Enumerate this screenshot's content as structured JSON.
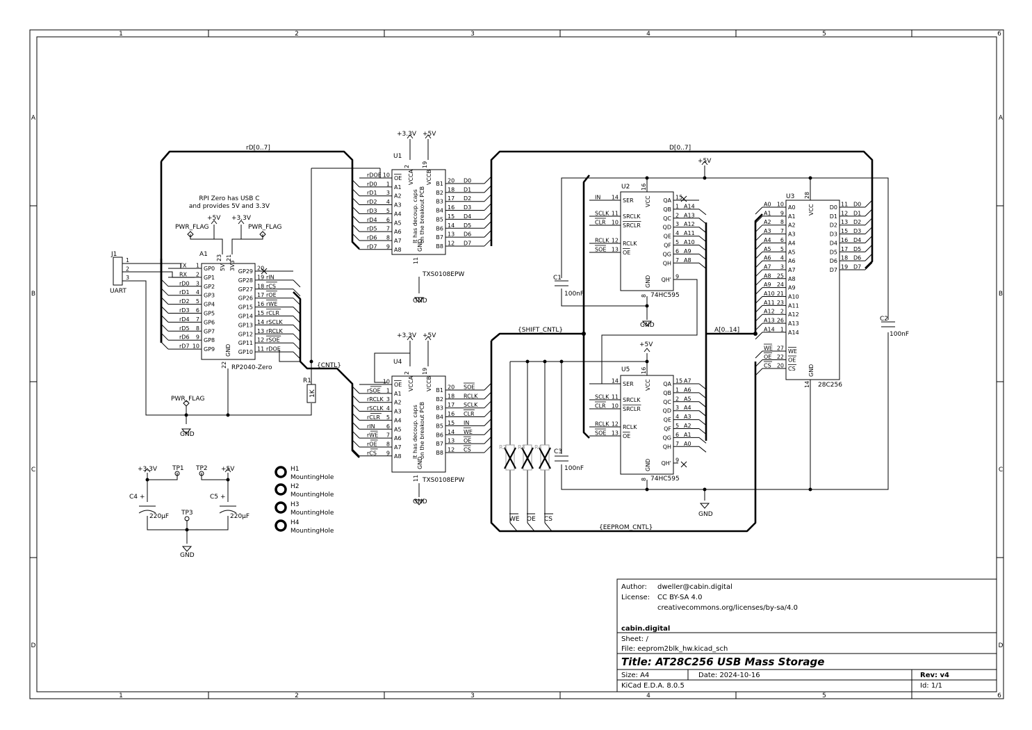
{
  "frame": {
    "cols": [
      "1",
      "2",
      "3",
      "4",
      "5",
      "6"
    ],
    "rows": [
      "A",
      "B",
      "C",
      "D"
    ]
  },
  "notes": {
    "rpi_line1": "RPI Zero has USB C",
    "rpi_line2": "and provides 5V and 3.3V",
    "decoup_line1": "It has decoup. caps",
    "decoup_line2": "on the breakout PCB"
  },
  "power": {
    "p5v": "+5V",
    "p33v": "+3.3V",
    "gnd": "GND",
    "pwr_flag": "PWR_FLAG"
  },
  "buses": {
    "rd": "rD[0..7]",
    "d": "D[0..7]",
    "cntl": "{CNTL}",
    "shift": "{SHIFT_CNTL}",
    "eeprom": "{EEPROM_CNTL}",
    "addr": "A[0..14]"
  },
  "j1": {
    "ref": "J1",
    "value": "UART",
    "pins": [
      "1",
      "2",
      "3"
    ]
  },
  "a1": {
    "ref": "A1",
    "value": "RP2040-Zero",
    "left": [
      {
        "net": "TX",
        "num": "1",
        "name": "GP0"
      },
      {
        "net": "RX",
        "num": "2",
        "name": "GP1"
      },
      {
        "net": "rD0",
        "num": "3",
        "name": "GP2"
      },
      {
        "net": "rD1",
        "num": "4",
        "name": "GP3"
      },
      {
        "net": "rD2",
        "num": "5",
        "name": "GP4"
      },
      {
        "net": "rD3",
        "num": "6",
        "name": "GP5"
      },
      {
        "net": "rD4",
        "num": "7",
        "name": "GP6"
      },
      {
        "net": "rD5",
        "num": "8",
        "name": "GP7"
      },
      {
        "net": "rD6",
        "num": "9",
        "name": "GP8"
      },
      {
        "net": "rD7",
        "num": "10",
        "name": "GP9"
      }
    ],
    "right": [
      {
        "net": "",
        "num": "20",
        "name": "GP29"
      },
      {
        "net": "rIN",
        "num": "19",
        "name": "GP28"
      },
      {
        "net": "rCS",
        "num": "18",
        "name": "GP27"
      },
      {
        "net": "rOE",
        "num": "17",
        "name": "GP26"
      },
      {
        "net": "rWE",
        "num": "16",
        "name": "GP15"
      },
      {
        "net": "rCLR",
        "num": "15",
        "name": "GP14"
      },
      {
        "net": "rSCLK",
        "num": "14",
        "name": "GP13"
      },
      {
        "net": "rRCLK",
        "num": "13",
        "name": "GP12"
      },
      {
        "net": "rSOE",
        "num": "12",
        "name": "GP11"
      },
      {
        "net": "rDOE",
        "num": "11",
        "name": "GP10"
      }
    ],
    "top": [
      {
        "num": "23",
        "name": "5V"
      },
      {
        "num": "21",
        "name": "3V3"
      }
    ],
    "bottom": [
      {
        "num": "22",
        "name": "GND"
      }
    ]
  },
  "r1": {
    "ref": "R1",
    "value": "1K"
  },
  "u1": {
    "ref": "U1",
    "value": "TXS0108EPW",
    "left": [
      {
        "net": "rDOE",
        "num": "10",
        "name": "OE"
      },
      {
        "net": "rD0",
        "num": "1",
        "name": "A1"
      },
      {
        "net": "rD1",
        "num": "3",
        "name": "A2"
      },
      {
        "net": "rD2",
        "num": "4",
        "name": "A3"
      },
      {
        "net": "rD3",
        "num": "5",
        "name": "A4"
      },
      {
        "net": "rD4",
        "num": "6",
        "name": "A5"
      },
      {
        "net": "rD5",
        "num": "7",
        "name": "A6"
      },
      {
        "net": "rD6",
        "num": "8",
        "name": "A7"
      },
      {
        "net": "rD7",
        "num": "9",
        "name": "A8"
      }
    ],
    "right": [
      {
        "net": "D0",
        "num": "20",
        "name": "B1"
      },
      {
        "net": "D1",
        "num": "18",
        "name": "B2"
      },
      {
        "net": "D2",
        "num": "17",
        "name": "B3"
      },
      {
        "net": "D3",
        "num": "16",
        "name": "B4"
      },
      {
        "net": "D4",
        "num": "15",
        "name": "B5"
      },
      {
        "net": "D5",
        "num": "14",
        "name": "B6"
      },
      {
        "net": "D6",
        "num": "13",
        "name": "B7"
      },
      {
        "net": "D7",
        "num": "12",
        "name": "B8"
      }
    ],
    "vcca": {
      "num": "2",
      "name": "VCCA"
    },
    "vccb": {
      "num": "19",
      "name": "VCCB"
    },
    "gnd": {
      "num": "11",
      "name": "GND"
    }
  },
  "u4": {
    "ref": "U4",
    "value": "TXS0108EPW",
    "left": [
      {
        "net": "",
        "num": "10",
        "name": "OE"
      },
      {
        "net": "rSOE",
        "num": "1",
        "name": "A1"
      },
      {
        "net": "rRCLK",
        "num": "3",
        "name": "A2"
      },
      {
        "net": "rSCLK",
        "num": "4",
        "name": "A3"
      },
      {
        "net": "rCLR",
        "num": "5",
        "name": "A4"
      },
      {
        "net": "rIN",
        "num": "6",
        "name": "A5"
      },
      {
        "net": "rWE",
        "num": "7",
        "name": "A6"
      },
      {
        "net": "rOE",
        "num": "8",
        "name": "A7"
      },
      {
        "net": "rCS",
        "num": "9",
        "name": "A8"
      }
    ],
    "right": [
      {
        "net": "SOE",
        "num": "20",
        "name": "B1"
      },
      {
        "net": "RCLK",
        "num": "18",
        "name": "B2"
      },
      {
        "net": "SCLK",
        "num": "17",
        "name": "B3"
      },
      {
        "net": "CLR",
        "num": "16",
        "name": "B4"
      },
      {
        "net": "IN",
        "num": "15",
        "name": "B5"
      },
      {
        "net": "WE",
        "num": "14",
        "name": "B6"
      },
      {
        "net": "OE",
        "num": "13",
        "name": "B7"
      },
      {
        "net": "CS",
        "num": "12",
        "name": "B8"
      }
    ],
    "vcca": {
      "num": "2",
      "name": "VCCA"
    },
    "vccb": {
      "num": "19",
      "name": "VCCB"
    },
    "gnd": {
      "num": "11",
      "name": "GND"
    }
  },
  "u2": {
    "ref": "U2",
    "value": "74HC595",
    "left": [
      {
        "net": "IN",
        "num": "14",
        "name": "SER"
      },
      {
        "net": "SCLK",
        "num": "11",
        "name": "SRCLK"
      },
      {
        "net": "CLR",
        "num": "10",
        "name": "SRCLR"
      },
      {
        "net": "RCLK",
        "num": "12",
        "name": "RCLK"
      },
      {
        "net": "SOE",
        "num": "13",
        "name": "OE"
      }
    ],
    "right": [
      {
        "net": "",
        "num": "15",
        "name": "QA"
      },
      {
        "net": "A14",
        "num": "1",
        "name": "QB"
      },
      {
        "net": "A13",
        "num": "2",
        "name": "QC"
      },
      {
        "net": "A12",
        "num": "3",
        "name": "QD"
      },
      {
        "net": "A11",
        "num": "4",
        "name": "QE"
      },
      {
        "net": "A10",
        "num": "5",
        "name": "QF"
      },
      {
        "net": "A9",
        "num": "6",
        "name": "QG"
      },
      {
        "net": "A8",
        "num": "7",
        "name": "QH"
      },
      {
        "net": "",
        "num": "9",
        "name": "QH'"
      }
    ],
    "vcc": {
      "num": "16",
      "name": "VCC"
    },
    "gnd": {
      "num": "8",
      "name": "GND"
    }
  },
  "u5": {
    "ref": "U5",
    "value": "74HC595",
    "left": [
      {
        "net": "",
        "num": "14",
        "name": "SER"
      },
      {
        "net": "SCLK",
        "num": "11",
        "name": "SRCLK"
      },
      {
        "net": "CLR",
        "num": "10",
        "name": "SRCLR"
      },
      {
        "net": "RCLK",
        "num": "12",
        "name": "RCLK"
      },
      {
        "net": "SOE",
        "num": "13",
        "name": "OE"
      }
    ],
    "right": [
      {
        "net": "A7",
        "num": "15",
        "name": "QA"
      },
      {
        "net": "A6",
        "num": "1",
        "name": "QB"
      },
      {
        "net": "A5",
        "num": "2",
        "name": "QC"
      },
      {
        "net": "A4",
        "num": "3",
        "name": "QD"
      },
      {
        "net": "A3",
        "num": "4",
        "name": "QE"
      },
      {
        "net": "A2",
        "num": "5",
        "name": "QF"
      },
      {
        "net": "A1",
        "num": "6",
        "name": "QG"
      },
      {
        "net": "A0",
        "num": "7",
        "name": "QH"
      },
      {
        "net": "",
        "num": "9",
        "name": "QH'"
      }
    ],
    "vcc": {
      "num": "16",
      "name": "VCC"
    },
    "gnd": {
      "num": "8",
      "name": "GND"
    }
  },
  "u3": {
    "ref": "U3",
    "value": "28C256",
    "left": [
      {
        "net": "A0",
        "num": "10",
        "name": "A0"
      },
      {
        "net": "A1",
        "num": "9",
        "name": "A1"
      },
      {
        "net": "A2",
        "num": "8",
        "name": "A2"
      },
      {
        "net": "A3",
        "num": "7",
        "name": "A3"
      },
      {
        "net": "A4",
        "num": "6",
        "name": "A4"
      },
      {
        "net": "A5",
        "num": "5",
        "name": "A5"
      },
      {
        "net": "A6",
        "num": "4",
        "name": "A6"
      },
      {
        "net": "A7",
        "num": "3",
        "name": "A7"
      },
      {
        "net": "A8",
        "num": "25",
        "name": "A8"
      },
      {
        "net": "A9",
        "num": "24",
        "name": "A9"
      },
      {
        "net": "A10",
        "num": "21",
        "name": "A10"
      },
      {
        "net": "A11",
        "num": "23",
        "name": "A11"
      },
      {
        "net": "A12",
        "num": "2",
        "name": "A12"
      },
      {
        "net": "A13",
        "num": "26",
        "name": "A13"
      },
      {
        "net": "A14",
        "num": "1",
        "name": "A14"
      }
    ],
    "ctrl": [
      {
        "net": "WE",
        "num": "27",
        "name": "WE"
      },
      {
        "net": "OE",
        "num": "22",
        "name": "OE"
      },
      {
        "net": "CS",
        "num": "20",
        "name": "CS"
      }
    ],
    "right": [
      {
        "net": "D0",
        "num": "11",
        "name": "D0"
      },
      {
        "net": "D1",
        "num": "12",
        "name": "D1"
      },
      {
        "net": "D2",
        "num": "13",
        "name": "D2"
      },
      {
        "net": "D3",
        "num": "15",
        "name": "D3"
      },
      {
        "net": "D4",
        "num": "16",
        "name": "D4"
      },
      {
        "net": "D5",
        "num": "17",
        "name": "D5"
      },
      {
        "net": "D6",
        "num": "18",
        "name": "D6"
      },
      {
        "net": "D7",
        "num": "19",
        "name": "D7"
      }
    ],
    "vcc": {
      "num": "28",
      "name": "VCC"
    },
    "gnd": {
      "num": "14",
      "name": "GND"
    }
  },
  "caps": {
    "c1": {
      "ref": "C1",
      "value": "100nF"
    },
    "c2": {
      "ref": "C2",
      "value": "100nF"
    },
    "c3": {
      "ref": "C3",
      "value": "100nF"
    },
    "c4": {
      "ref": "C4",
      "value": "220µF",
      "plus": "+"
    },
    "c5": {
      "ref": "C5",
      "value": "220µF",
      "plus": "+"
    }
  },
  "dnp": {
    "r2": "R2",
    "r3": "R3",
    "r4": "R4"
  },
  "eeprom_labels": [
    "WE",
    "OE",
    "CS"
  ],
  "testpoints": {
    "tp1": "TP1",
    "tp2": "TP2",
    "tp3": "TP3"
  },
  "holes": [
    {
      "ref": "H1",
      "value": "MountingHole"
    },
    {
      "ref": "H2",
      "value": "MountingHole"
    },
    {
      "ref": "H3",
      "value": "MountingHole"
    },
    {
      "ref": "H4",
      "value": "MountingHole"
    }
  ],
  "title_block": {
    "author_label": "Author:",
    "author": "dweller@cabin.digital",
    "license_label": "License:",
    "license": "CC BY-SA 4.0",
    "license_url": "creativecommons.org/licenses/by-sa/4.0",
    "company": "cabin.digital",
    "sheet": "Sheet: /",
    "file": "File: eeprom2blk_hw.kicad_sch",
    "title": "Title: AT28C256 USB Mass Storage",
    "size": "Size: A4",
    "date": "Date: 2024-10-16",
    "rev": "Rev: v4",
    "tool": "KiCad E.D.A. 8.0.5",
    "id": "Id: 1/1"
  }
}
